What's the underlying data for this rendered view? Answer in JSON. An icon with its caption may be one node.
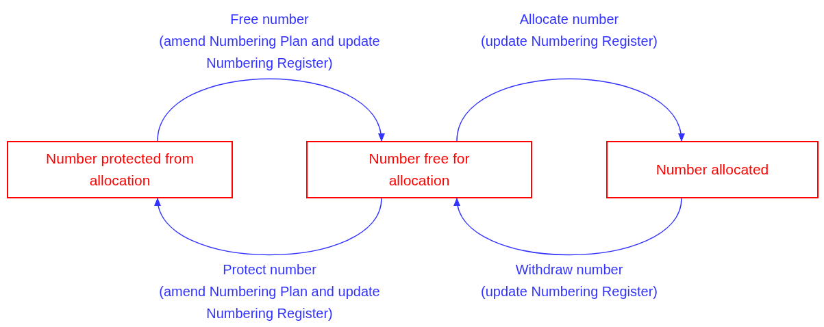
{
  "diagram": {
    "nodes": [
      {
        "text": [
          "Number protected from allocation"
        ]
      },
      {
        "text": [
          "Number free for allocation"
        ]
      },
      {
        "text": [
          "Number allocated"
        ]
      }
    ],
    "edges": [
      {
        "from": 0,
        "to": 1,
        "arrow": "to",
        "label": "Free number (amend Numbering Plan and update Numbering Register)"
      },
      {
        "from": 1,
        "to": 2,
        "arrow": "to",
        "label": "Allocate number (update Numbering Register)"
      },
      {
        "from": 1,
        "to": 0,
        "arrow": "to",
        "label": "Protect number (amend Numbering Plan and update Numbering Register)"
      },
      {
        "from": 2,
        "to": 1,
        "arrow": "to",
        "label": "Withdraw number (update Numbering Register)"
      }
    ]
  }
}
